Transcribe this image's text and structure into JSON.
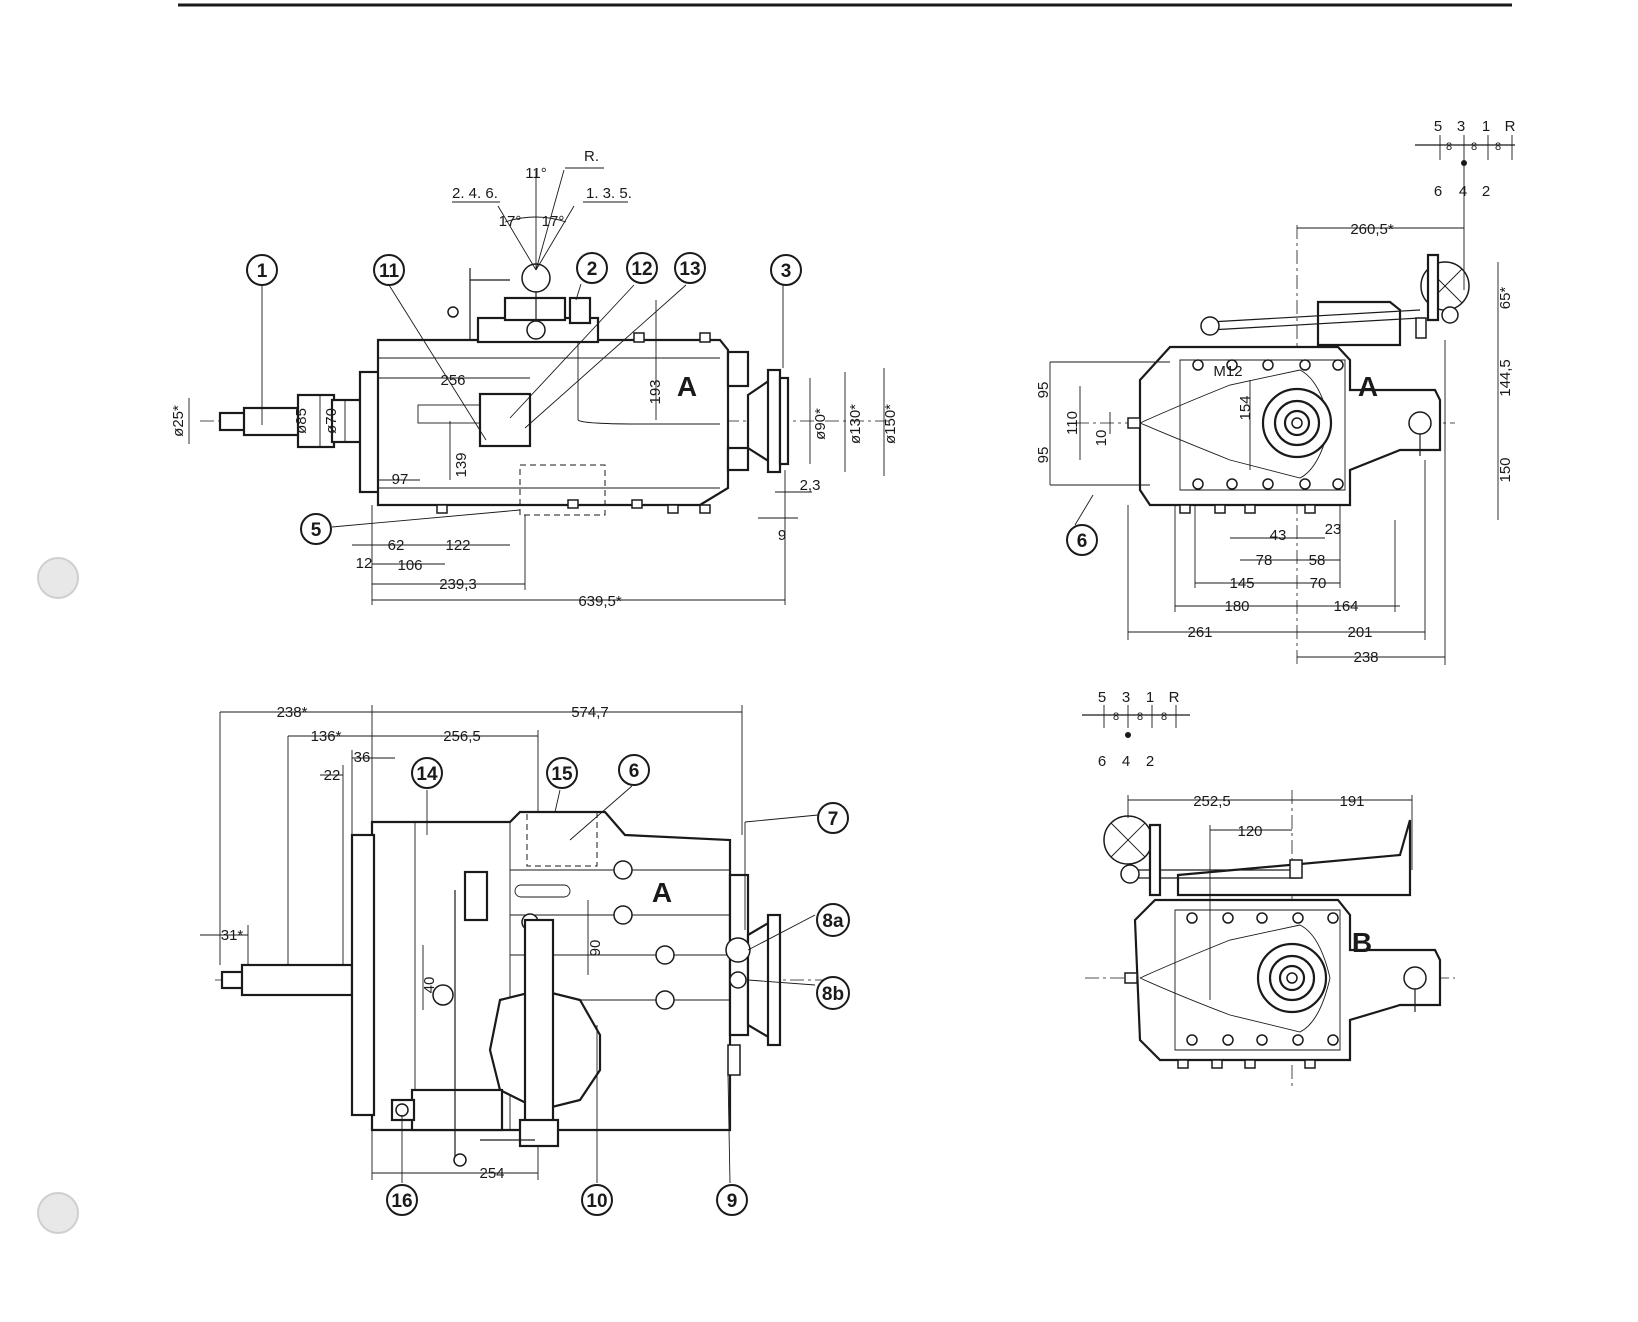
{
  "callouts": {
    "c1": "1",
    "c2": "2",
    "c3": "3",
    "c5": "5",
    "c6a": "6",
    "c6b": "6",
    "c7": "7",
    "c8a": "8a",
    "c8b": "8b",
    "c9": "9",
    "c10": "10",
    "c11": "11",
    "c12": "12",
    "c13": "13",
    "c14": "14",
    "c15": "15",
    "c16": "16"
  },
  "housing_letters": {
    "top_left": "A",
    "top_right": "A",
    "bottom_left": "A",
    "bottom_right": "B"
  },
  "shift_lever": {
    "angle_center": "11°",
    "angle_left": "17°",
    "angle_right": "17°",
    "label_r": "R.",
    "label_246": "2. 4. 6.",
    "label_135": "1. 3. 5."
  },
  "shift_pattern_top": {
    "top": [
      "5",
      "3",
      "1",
      "R"
    ],
    "bottom": [
      "6",
      "4",
      "2"
    ],
    "gap": [
      "8",
      "8",
      "8"
    ]
  },
  "shift_pattern_bottom": {
    "top": [
      "5",
      "3",
      "1",
      "R"
    ],
    "bottom": [
      "6",
      "4",
      "2"
    ],
    "gap": [
      "8",
      "8",
      "8"
    ]
  },
  "dims_top_left": {
    "d25": "ø25*",
    "d85": "ø85",
    "d70": "ø70",
    "d256": "256",
    "d97": "97",
    "d139": "139",
    "d193": "193",
    "d90": "ø90*",
    "d130": "ø130*",
    "d150": "ø150*",
    "d2_3": "2,3",
    "d9": "9",
    "d12": "12",
    "d62": "62",
    "d122": "122",
    "d106": "106",
    "d239_3": "239,3",
    "d639_5": "639,5*"
  },
  "dims_top_right": {
    "d260_5": "260,5*",
    "d65": "65*",
    "d144_5": "144,5",
    "d150": "150",
    "d95a": "95",
    "d95b": "95",
    "d110": "110",
    "d10": "10",
    "m12": "M12",
    "d154": "154",
    "d23": "23",
    "d43": "43",
    "d78": "78",
    "d58": "58",
    "d145": "145",
    "d70": "70",
    "d180": "180",
    "d164": "164",
    "d261": "261",
    "d201": "201",
    "d238": "238"
  },
  "dims_bottom_left": {
    "d238": "238*",
    "d574_7": "574,7",
    "d136": "136*",
    "d256_5": "256,5",
    "d36": "36",
    "d22": "22",
    "d31": "31*",
    "d90": "90",
    "d40": "40",
    "d254": "254"
  },
  "dims_bottom_right": {
    "d252_5": "252,5",
    "d191": "191",
    "d120": "120"
  }
}
